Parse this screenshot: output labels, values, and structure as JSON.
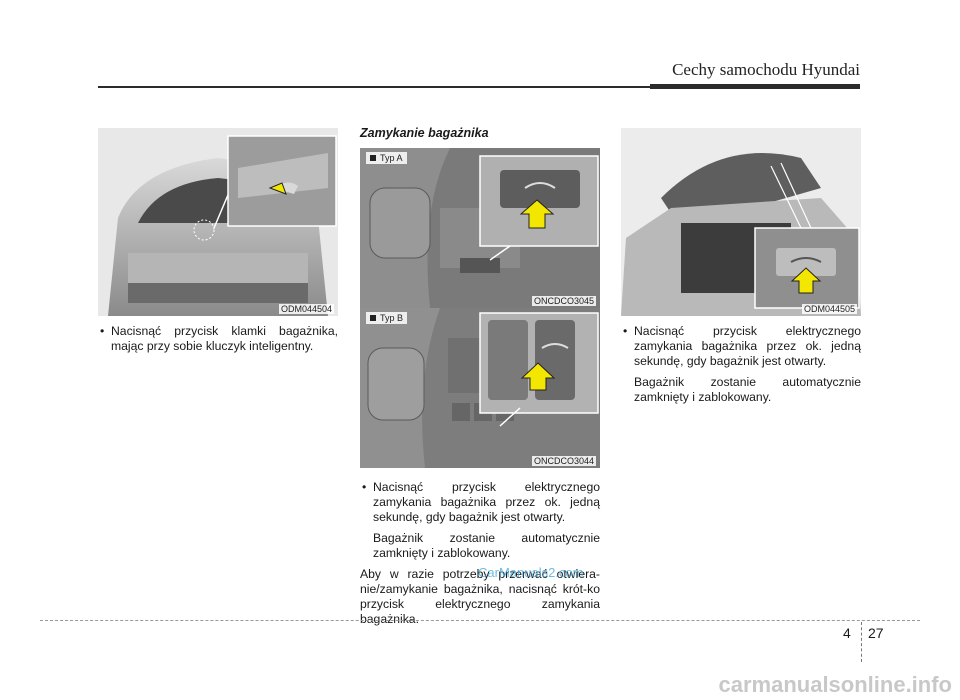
{
  "header": {
    "title": "Cechy samochodu Hyundai"
  },
  "figures": {
    "fig1": {
      "code": "ODM044504"
    },
    "fig2": {
      "code": "ONCDCO3045",
      "type_label": "Typ A"
    },
    "fig3": {
      "code": "ONCDCO3044",
      "type_label": "Typ B"
    },
    "fig4": {
      "code": "ODM044505"
    }
  },
  "col1": {
    "bullet1": "Nacisnąć przycisk klamki bagażnika, mając przy sobie kluczyk inteligentny."
  },
  "col2": {
    "heading": "Zamykanie bagażnika",
    "bullet1": "Nacisnąć przycisk elektrycznego zamykania bagażnika przez ok. jedną sekundę, gdy bagażnik jest otwarty.",
    "indent1": "Bagażnik zostanie automatycznie zamknięty i zablokowany.",
    "para1": "Aby w razie potrzeby przerwać otwiera-nie/zamykanie bagażnika, nacisnąć krót-ko przycisk elektrycznego zamykania bagażnika."
  },
  "col3": {
    "bullet1": "Nacisnąć przycisk elektrycznego zamykania bagażnika przez ok. jedną sekundę, gdy bagażnik jest otwarty.",
    "indent1": "Bagażnik zostanie automatycznie zamknięty i zablokowany."
  },
  "footer": {
    "chapter": "4",
    "page": "27"
  },
  "watermarks": {
    "carmanuals": "CarManuals2.com",
    "site": "carmanualsonline.info"
  },
  "colors": {
    "arrow": "#f3e600",
    "arrow_stroke": "#222222",
    "accent": "#3ea6d6"
  }
}
